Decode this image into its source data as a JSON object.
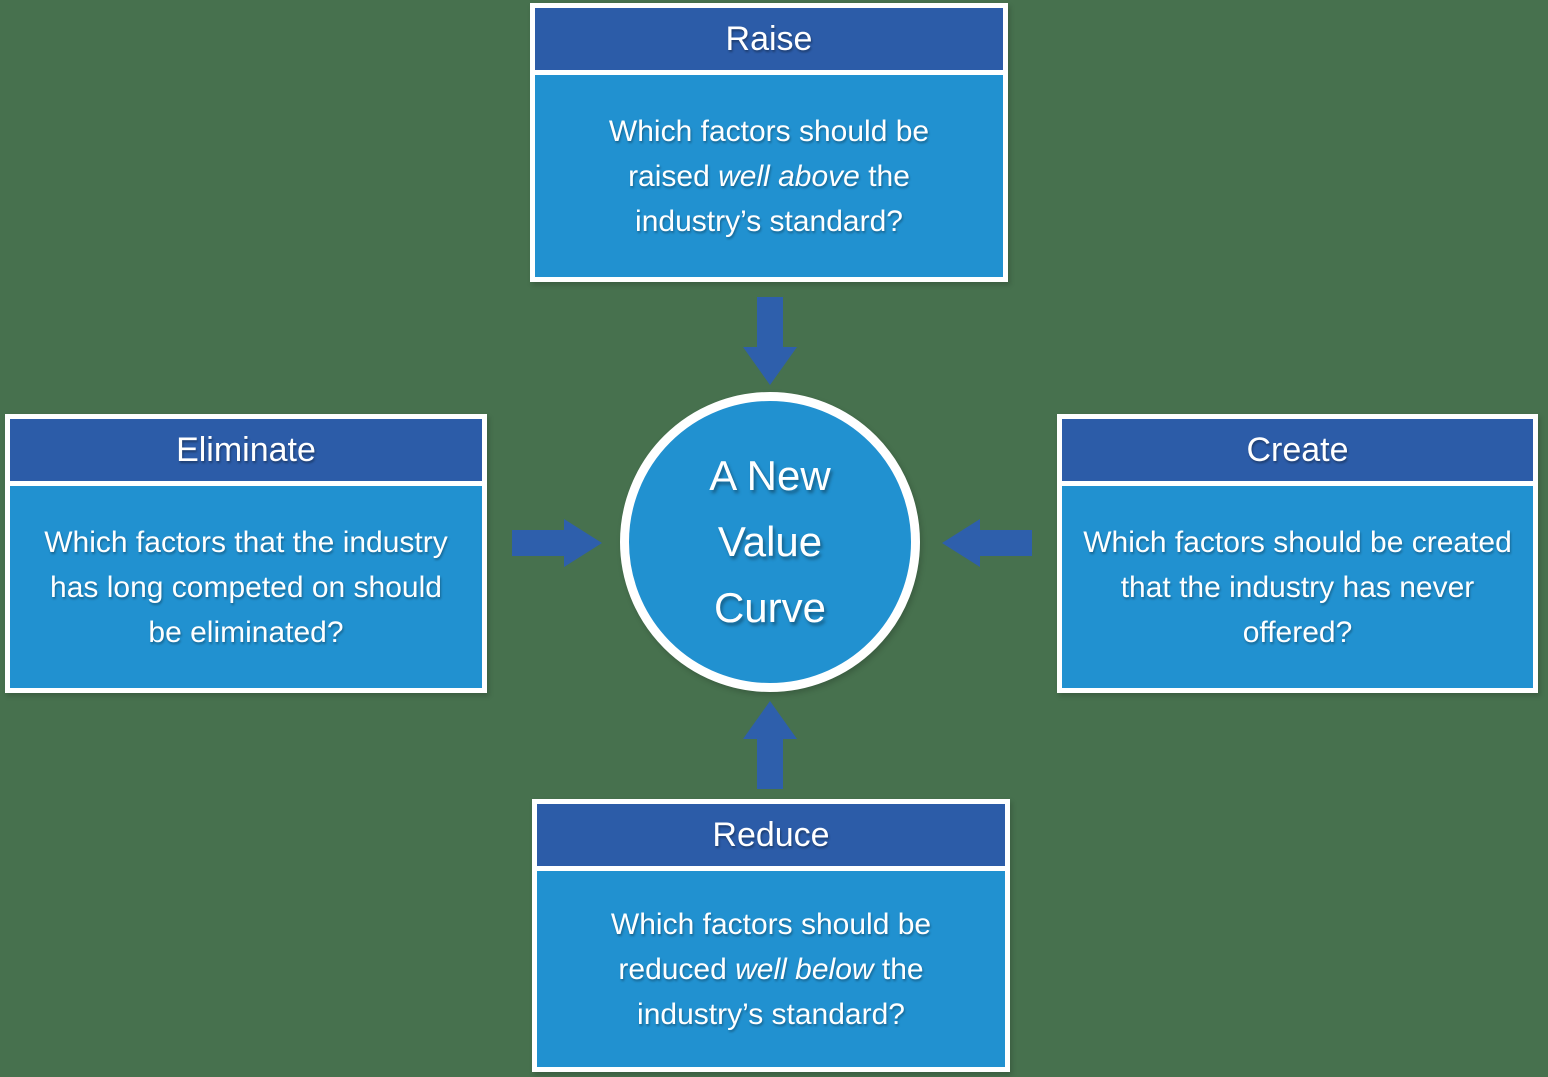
{
  "colors": {
    "background": "#47714E",
    "dark_blue": "#2C5CA8",
    "light_blue": "#2191D0",
    "arrow_blue": "#2E5FAC",
    "text": "#FFFFFF"
  },
  "center_circle": {
    "lines": [
      "A New",
      "Value",
      "Curve"
    ]
  },
  "cards": {
    "raise": {
      "title": "Raise",
      "body_pre": "Which factors should be raised ",
      "body_italic": "well above",
      "body_post": " the industry’s standard?"
    },
    "eliminate": {
      "title": "Eliminate",
      "body_pre": "Which factors that the industry has long competed on should be eliminated?",
      "body_italic": "",
      "body_post": ""
    },
    "create": {
      "title": "Create",
      "body_pre": "Which factors should be created that the industry has never offered?",
      "body_italic": "",
      "body_post": ""
    },
    "reduce": {
      "title": "Reduce",
      "body_pre": "Which factors should be reduced ",
      "body_italic": "well below",
      "body_post": " the industry’s standard?"
    }
  }
}
